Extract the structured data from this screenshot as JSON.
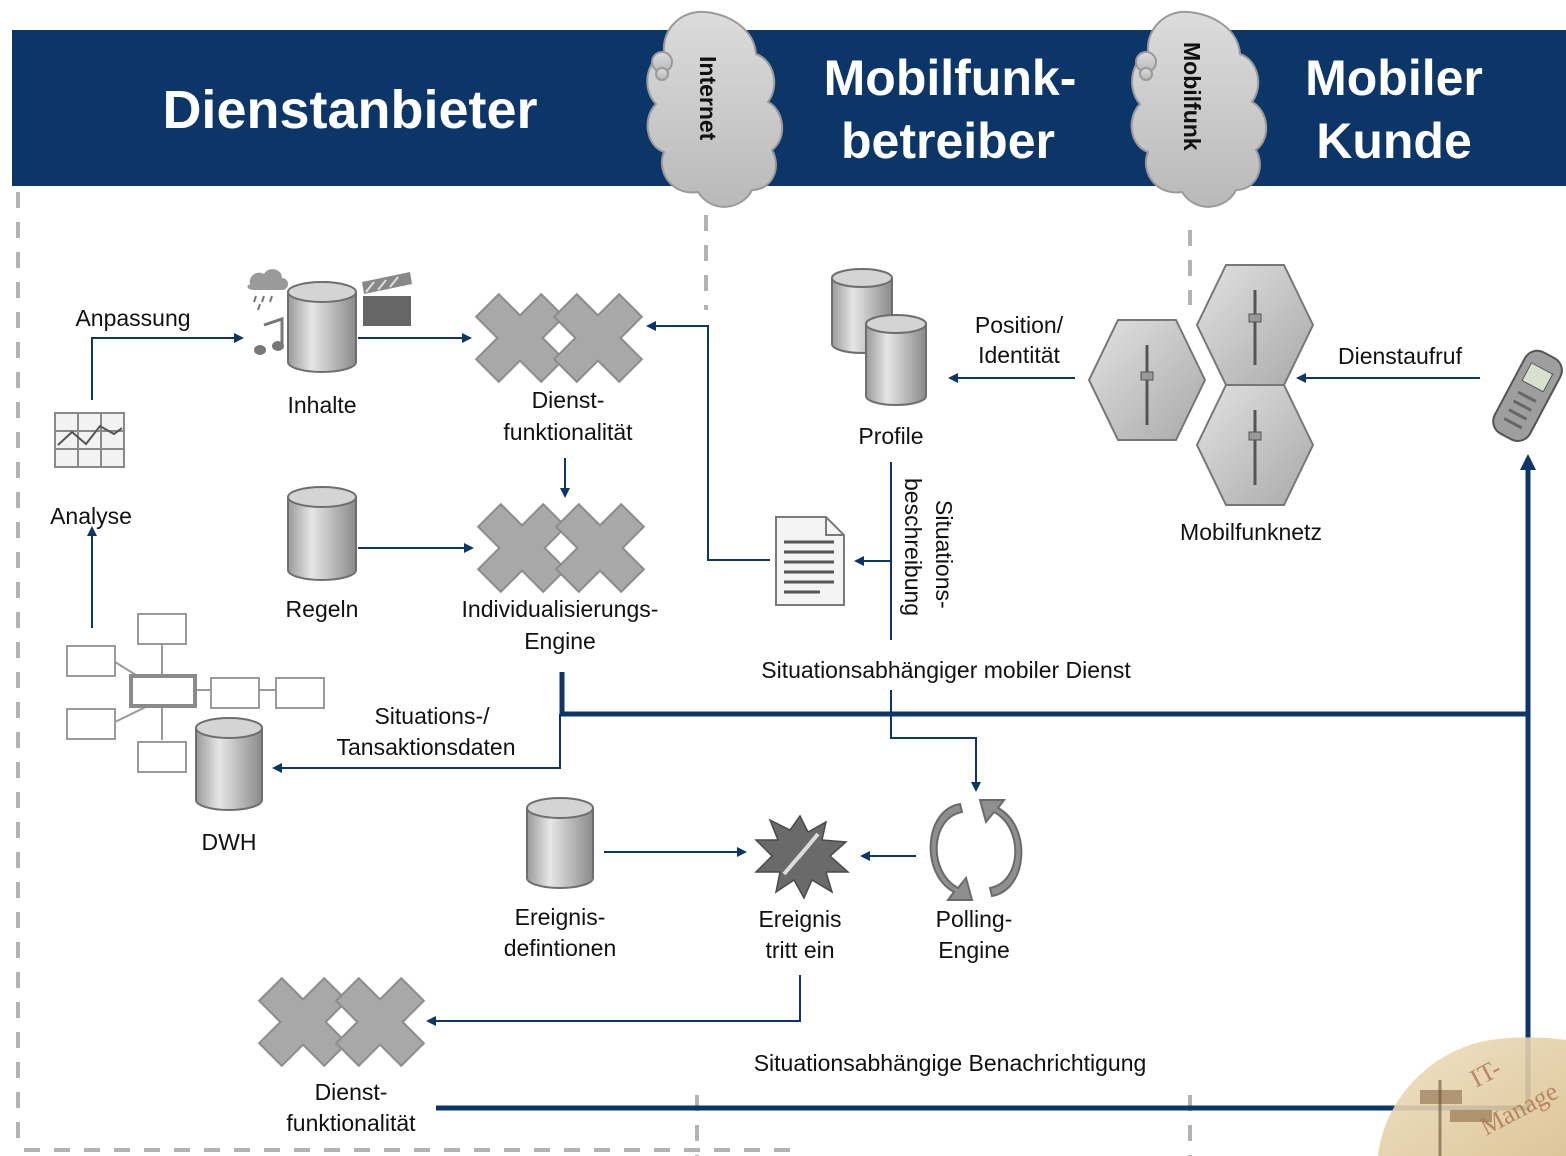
{
  "header": {
    "provider": "Dienstanbieter",
    "operator_line1": "Mobilfunk-",
    "operator_line2": "betreiber",
    "customer_line1": "Mobiler",
    "customer_line2": "Kunde",
    "cloud_internet": "Internet",
    "cloud_mobile": "Mobilfunk"
  },
  "nodes": {
    "inhalte": "Inhalte",
    "anpassung": "Anpassung",
    "analyse": "Analyse",
    "dienst_top_l1": "Dienst-",
    "dienst_top_l2": "funktionalität",
    "regeln": "Regeln",
    "engine_l1": "Individualisierungs-",
    "engine_l2": "Engine",
    "profile": "Profile",
    "position_l1": "Position/",
    "position_l2": "Identität",
    "dienstaufruf": "Dienstaufruf",
    "mobilfunknetz": "Mobilfunknetz",
    "situation_l1": "Situations-",
    "situation_l2": "beschreibung",
    "mobile_service": "Situationsabhängiger mobiler Dienst",
    "trans_l1": "Situations-/",
    "trans_l2": "Tansaktionsdaten",
    "dwh": "DWH",
    "ereignis_def_l1": "Ereignis-",
    "ereignis_def_l2": "defintionen",
    "ereignis_l1": "Ereignis",
    "ereignis_l2": "tritt ein",
    "polling_l1": "Polling-",
    "polling_l2": "Engine",
    "notification": "Situationsabhängige Benachrichtigung",
    "dienst_bottom_l1": "Dienst-",
    "dienst_bottom_l2": "funktionalität"
  },
  "logo": {
    "line1": "IT-",
    "line2": "Manage"
  },
  "colors": {
    "header": "#0c3568",
    "arrow": "#0c3568",
    "cloud": "#c8c8c8",
    "cylinder": "#b5b5b5",
    "puzzle": "#a8a8a8",
    "dashed": "#b3b3b3"
  }
}
